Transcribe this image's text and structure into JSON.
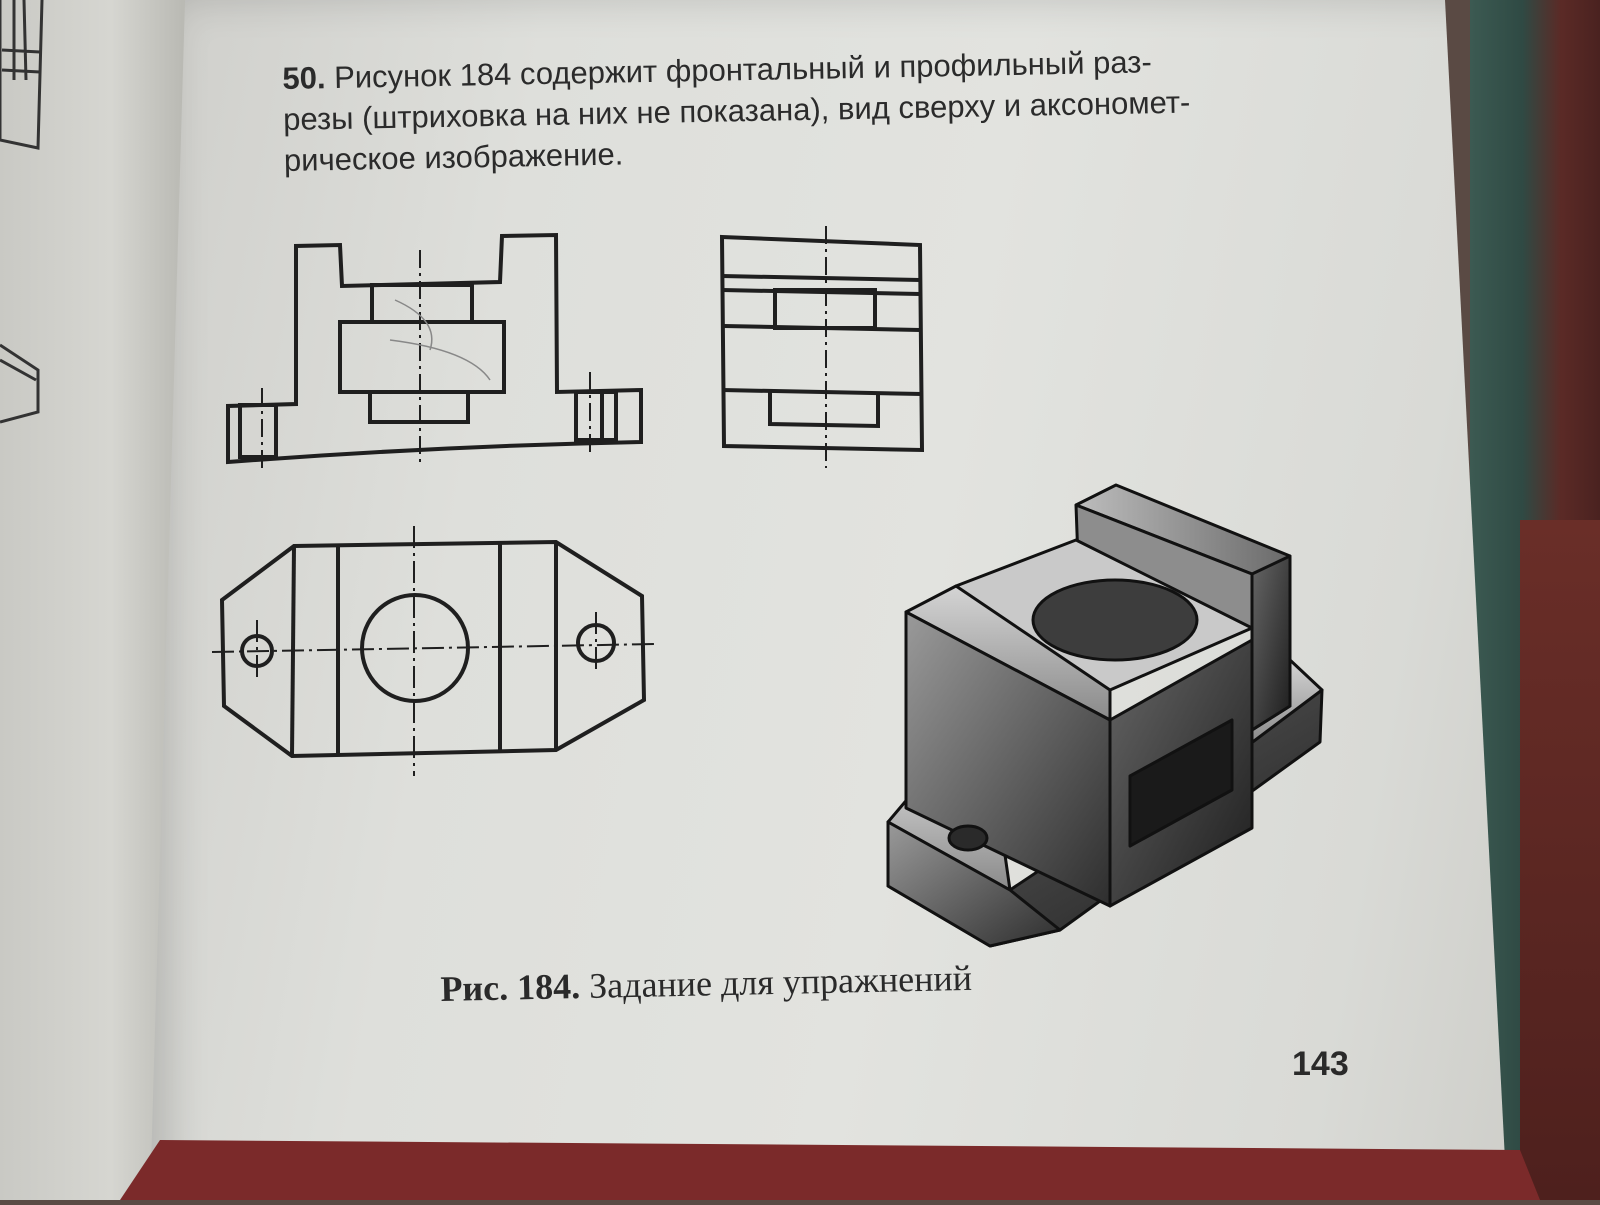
{
  "exercise": {
    "number": "50.",
    "text_line1": "Рисунок 184 содержит фронтальный и профильный раз-",
    "text_line2": "резы (штриховка на них не показана), вид сверху и аксономет-",
    "text_line3": "рическое изображение."
  },
  "figure": {
    "caption_label": "Рис. 184.",
    "caption_text": "Задание для упражнений"
  },
  "page_number": "143",
  "colors": {
    "paper": "#e0e1dd",
    "ink": "#1f1f1f"
  }
}
